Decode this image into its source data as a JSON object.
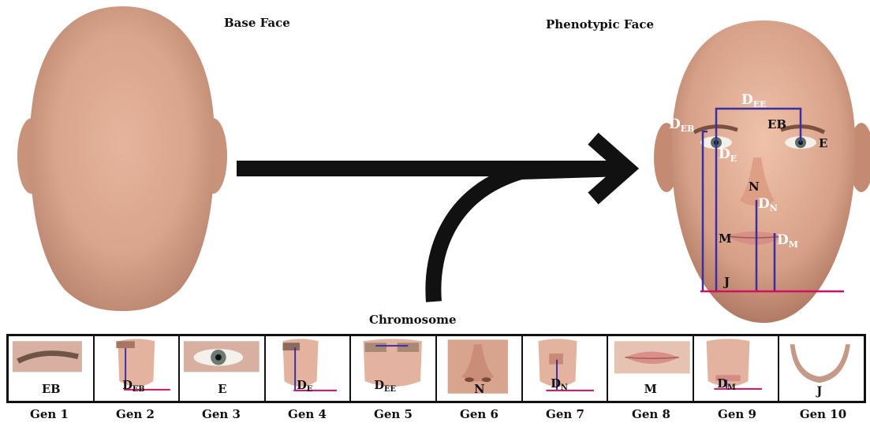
{
  "headers": {
    "base_face": "Base Face",
    "phenotypic_face": "Phenotypic Face",
    "chromosome": "Chromosome"
  },
  "face_labels": {
    "d_ee": "D",
    "d_ee_sub": "EE",
    "d_eb": "D",
    "d_eb_sub": "EB",
    "eb": "EB",
    "e": "E",
    "d_e": "D",
    "d_e_sub": "E",
    "n": "N",
    "d_n": "D",
    "d_n_sub": "N",
    "m": "M",
    "d_m": "D",
    "d_m_sub": "M",
    "j": "J"
  },
  "genes": [
    {
      "label": "EB",
      "sub": "",
      "gen": "Gen 1"
    },
    {
      "label": "D",
      "sub": "EB",
      "gen": "Gen 2"
    },
    {
      "label": "E",
      "sub": "",
      "gen": "Gen 3"
    },
    {
      "label": "D",
      "sub": "E",
      "gen": "Gen 4"
    },
    {
      "label": "D",
      "sub": "EE",
      "gen": "Gen 5"
    },
    {
      "label": "N",
      "sub": "",
      "gen": "Gen 6"
    },
    {
      "label": "D",
      "sub": "N",
      "gen": "Gen 7"
    },
    {
      "label": "M",
      "sub": "",
      "gen": "Gen 8"
    },
    {
      "label": "D",
      "sub": "M",
      "gen": "Gen 9"
    },
    {
      "label": "J",
      "sub": "",
      "gen": "Gen 10"
    }
  ],
  "colors": {
    "skin": "#e2ab93",
    "skin_dark": "#b9826c",
    "measure_line": "#3b2fa0",
    "baseline": "#d01060",
    "arrow": "#111111"
  }
}
